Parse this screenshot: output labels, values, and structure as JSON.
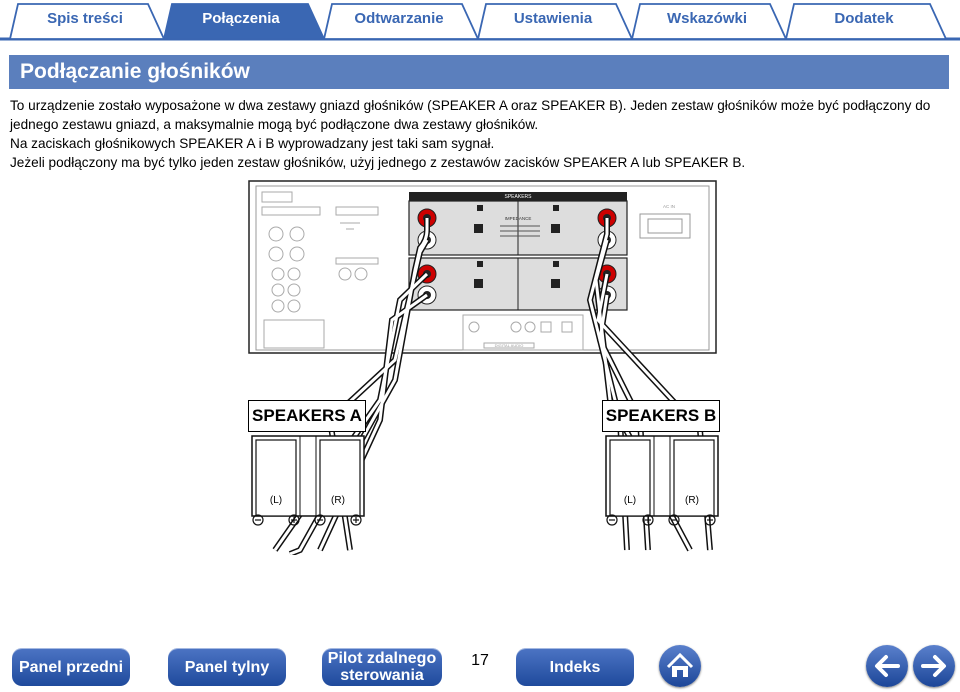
{
  "tabs": [
    {
      "label": "Spis treści",
      "active": false
    },
    {
      "label": "Połączenia",
      "active": true
    },
    {
      "label": "Odtwarzanie",
      "active": false
    },
    {
      "label": "Ustawienia",
      "active": false
    },
    {
      "label": "Wskazówki",
      "active": false
    },
    {
      "label": "Dodatek",
      "active": false
    }
  ],
  "section_title": "Podłączanie głośników",
  "paragraphs": [
    "To urządzenie zostało wyposażone w dwa zestawy gniazd głośników (SPEAKER A oraz SPEAKER B). Jeden zestaw głośników może być podłączony do jednego zestawu gniazd, a maksymalnie mogą być podłączone dwa zestawy głośników.",
    "Na zaciskach głośnikowych SPEAKER A i B wyprowadzany jest taki sam sygnał.",
    "Jeżeli podłączony ma być tylko jeden zestaw głośników, użyj jednego z zestawów zacisków SPEAKER A lub SPEAKER B."
  ],
  "diagram": {
    "speaker_a_label": "SPEAKERS A",
    "speaker_b_label": "SPEAKERS B",
    "left_ch": "(L)",
    "right_ch": "(R)",
    "panel_speakers_label": "SPEAKERS",
    "impedance_label": "IMPEDANCE",
    "ac_in_label": "AC IN",
    "digital_audio_label": "DIGITAL AUDIO"
  },
  "nav": {
    "front_panel": "Panel przedni",
    "rear_panel": "Panel tylny",
    "remote_line1": "Pilot zdalnego",
    "remote_line2": "sterowania",
    "index": "Indeks",
    "page_number": "17"
  },
  "colors": {
    "accent": "#3a67b3",
    "title_bar": "#5b7fbd",
    "nav_button": "#2a56a8"
  }
}
